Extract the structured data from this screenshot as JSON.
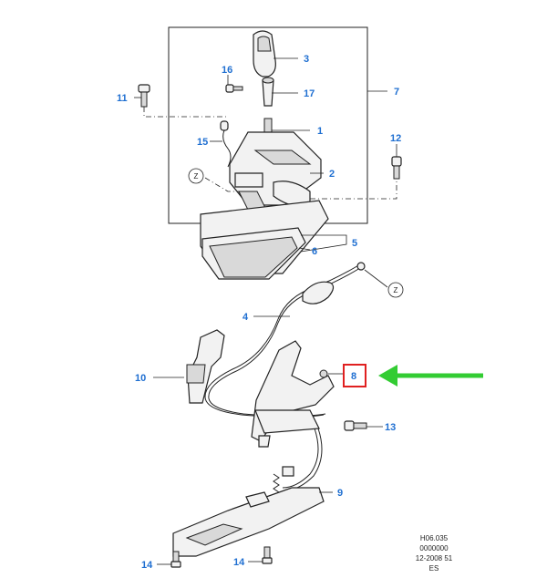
{
  "diagram": {
    "callouts": [
      {
        "id": "c1",
        "label": "1"
      },
      {
        "id": "c2",
        "label": "2"
      },
      {
        "id": "c3",
        "label": "3"
      },
      {
        "id": "c4",
        "label": "4"
      },
      {
        "id": "c5",
        "label": "5"
      },
      {
        "id": "c6",
        "label": "6"
      },
      {
        "id": "c7",
        "label": "7"
      },
      {
        "id": "c8",
        "label": "8"
      },
      {
        "id": "c9",
        "label": "9"
      },
      {
        "id": "c10",
        "label": "10"
      },
      {
        "id": "c11",
        "label": "11"
      },
      {
        "id": "c12",
        "label": "12"
      },
      {
        "id": "c13",
        "label": "13"
      },
      {
        "id": "c14a",
        "label": "14"
      },
      {
        "id": "c14b",
        "label": "14"
      },
      {
        "id": "c15",
        "label": "15"
      },
      {
        "id": "c16",
        "label": "16"
      },
      {
        "id": "c17",
        "label": "17"
      }
    ],
    "ref_markers": [
      {
        "id": "z1",
        "label": "Z"
      },
      {
        "id": "z2",
        "label": "Z"
      }
    ],
    "doc_codes": [
      "H06.035",
      "0000000",
      "12-2008 51",
      "ES"
    ],
    "colors": {
      "callout_text": "#1f6fd1",
      "highlight_box": "#e02020",
      "arrow": "#33cc33",
      "line": "#222222"
    }
  }
}
